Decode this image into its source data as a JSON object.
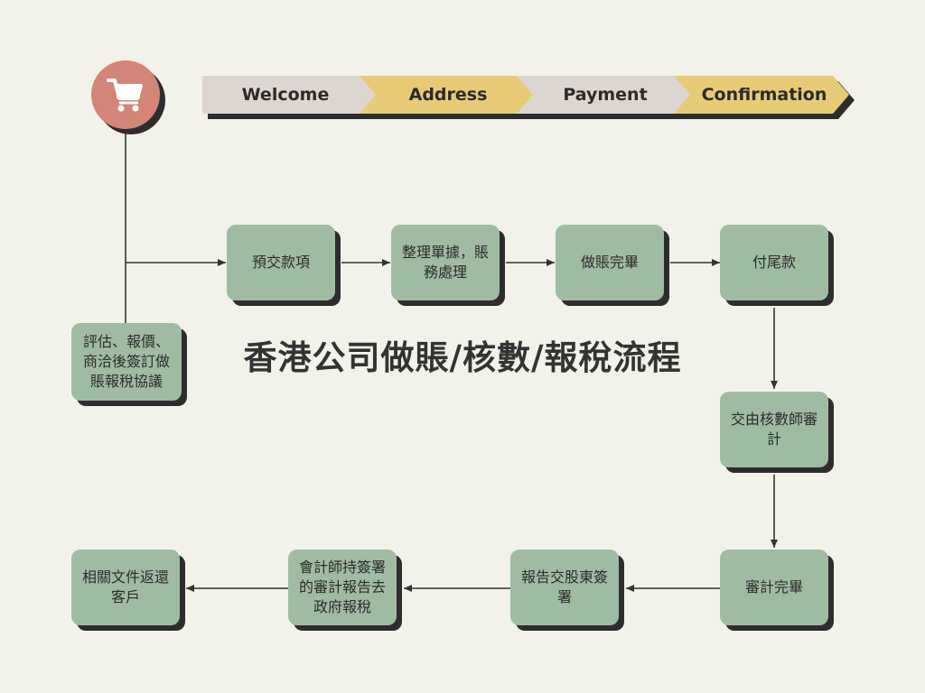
{
  "colors": {
    "background": "#f2f2ea",
    "box_fill": "#9fbca3",
    "shadow": "#2d2d2d",
    "cart_fill": "#d38577",
    "step_grey": "#ddd5cf",
    "step_yellow": "#e7cb76",
    "line": "#333333"
  },
  "cart": {
    "icon": "shopping-cart-icon"
  },
  "steps": [
    {
      "label": "Welcome"
    },
    {
      "label": "Address"
    },
    {
      "label": "Payment"
    },
    {
      "label": "Confirmation"
    }
  ],
  "title": "香港公司做賬/核數/報稅流程",
  "boxes": {
    "evaluate": "評估、報價、商洽後簽訂做賬報稅協議",
    "deposit": "預交款項",
    "organize": "整理單據，賬務處理",
    "bookkeeping_done": "做賬完畢",
    "final_payment": "付尾款",
    "to_auditor": "交由核數師審計",
    "audit_done": "審計完畢",
    "shareholder_sign": "報告交股東簽署",
    "file_tax": "會計師持簽署的審計報告去政府報稅",
    "return_docs": "相關文件返還客戶"
  }
}
